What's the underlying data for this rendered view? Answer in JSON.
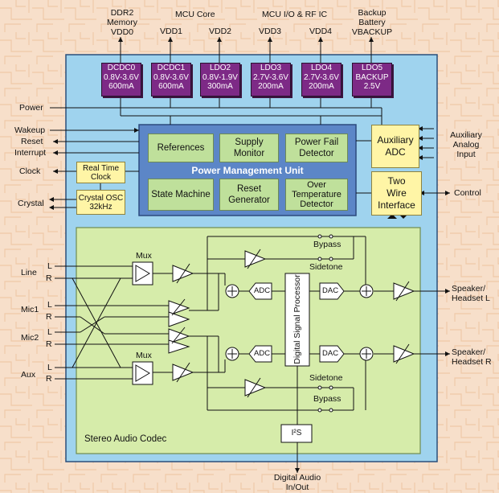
{
  "top_labels": {
    "ddr2": [
      "DDR2",
      "Memory",
      "VDD0"
    ],
    "mcu_core": "MCU Core",
    "vdd1": "VDD1",
    "vdd2": "VDD2",
    "mcu_io": "MCU I/O & RF IC",
    "vdd3": "VDD3",
    "vdd4": "VDD4",
    "backup": [
      "Backup",
      "Battery",
      "VBACKUP"
    ]
  },
  "regulators": [
    {
      "name": "DCDC0",
      "range": "0.8V-3.6V",
      "current": "600mA"
    },
    {
      "name": "DCDC1",
      "range": "0.8V-3.6V",
      "current": "600mA"
    },
    {
      "name": "LDO2",
      "range": "0.8V-1.9V",
      "current": "300mA"
    },
    {
      "name": "LDO3",
      "range": "2.7V-3.6V",
      "current": "200mA"
    },
    {
      "name": "LDO4",
      "range": "2.7V-3.6V",
      "current": "200mA"
    },
    {
      "name": "LDO5",
      "range": "BACKUP",
      "current": "2.5V"
    }
  ],
  "pmu": {
    "title": "Power Management Unit",
    "blocks": [
      "References",
      "Supply Monitor",
      "Power Fail Detector",
      "State Machine",
      "Reset Generator",
      "Over Temperature Detector"
    ]
  },
  "left_signals": {
    "power": "Power",
    "wakeup": "Wakeup",
    "reset": "Reset",
    "interrupt": "Interrupt",
    "clock": "Clock",
    "crystal": "Crystal"
  },
  "clock_blocks": {
    "rtc": [
      "Real Time",
      "Clock"
    ],
    "xtal": [
      "Crystal OSC",
      "32kHz"
    ]
  },
  "aux_adc": {
    "label": [
      "Auxiliary",
      "ADC"
    ],
    "input_label": [
      "Auxiliary",
      "Analog",
      "Input"
    ]
  },
  "two_wire": {
    "label": [
      "Two",
      "Wire",
      "Interface"
    ],
    "control": "Control"
  },
  "codec": {
    "title": "Stereo Audio Codec",
    "mux": "Mux",
    "adc": "ADC",
    "dac": "DAC",
    "dsp": "Digital Signal Processor",
    "i2s": "I²S",
    "bypass": "Bypass",
    "sidetone": "Sidetone",
    "inputs": {
      "line": "Line",
      "mic1": "Mic1",
      "mic2": "Mic2",
      "aux": "Aux",
      "l": "L",
      "r": "R"
    },
    "outputs": {
      "left": [
        "Speaker/",
        "Headset L"
      ],
      "right": [
        "Speaker/",
        "Headset R"
      ]
    },
    "digital_audio": [
      "Digital Audio",
      "In/Out"
    ]
  }
}
